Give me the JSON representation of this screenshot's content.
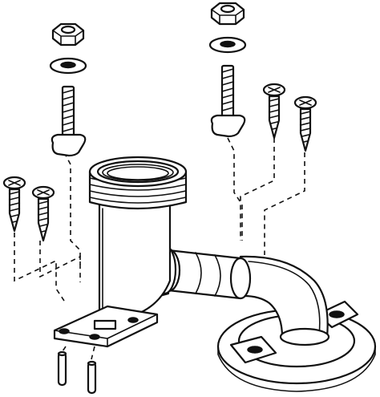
{
  "diagram": {
    "kind": "exploded-assembly-line-drawing",
    "parts": [
      {
        "id": "hex-nut",
        "count": 2,
        "icon": "hex-nut-icon"
      },
      {
        "id": "washer",
        "count": 2,
        "icon": "washer-icon"
      },
      {
        "id": "t-bolt",
        "count": 2,
        "icon": "t-bolt-icon"
      },
      {
        "id": "wood-screw",
        "count": 4,
        "icon": "screw-icon"
      },
      {
        "id": "locating-pin",
        "count": 2,
        "icon": "pin-icon"
      },
      {
        "id": "threaded-inlet-pipe",
        "count": 1,
        "icon": "pipe-icon"
      },
      {
        "id": "coupling-sleeve",
        "count": 1,
        "icon": "coupling-icon"
      },
      {
        "id": "elbow-bend",
        "count": 1,
        "icon": "elbow-icon"
      },
      {
        "id": "closet-flange",
        "count": 1,
        "icon": "flange-icon"
      }
    ],
    "colors": {
      "line": "#111111",
      "background": "#ffffff"
    }
  }
}
